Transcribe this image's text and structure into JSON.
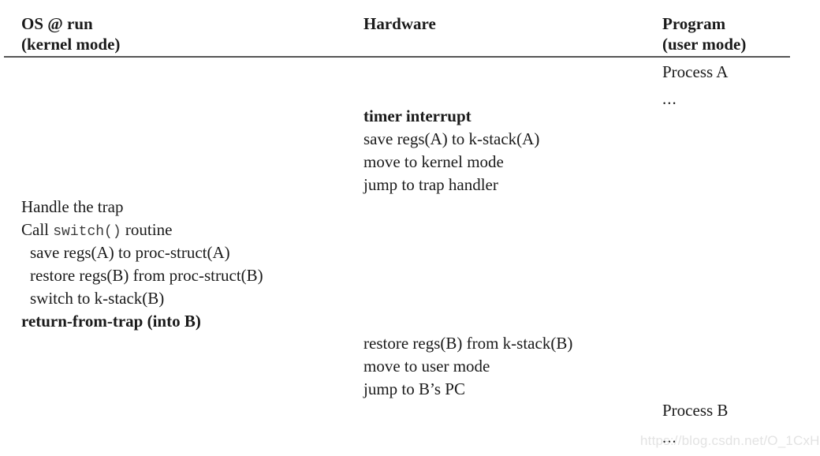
{
  "figure": {
    "columns": [
      {
        "key": "os",
        "title_line1": "OS @ run",
        "title_line2": "(kernel mode)"
      },
      {
        "key": "hardware",
        "title_line1": "Hardware",
        "title_line2": ""
      },
      {
        "key": "program",
        "title_line1": "Program",
        "title_line2": "(user mode)"
      }
    ],
    "os_steps": {
      "handle_trap": "Handle the trap",
      "call_prefix": "Call ",
      "call_mono": "switch()",
      "call_suffix": " routine",
      "save_regs": "save regs(A) to proc-struct(A)",
      "restore_regs": "restore regs(B) from proc-struct(B)",
      "switch_kstack": "switch to k-stack(B)",
      "return_from_trap": "return-from-trap (into B)"
    },
    "hardware_steps": {
      "timer_interrupt": "timer interrupt",
      "save_regs_kstack": "save regs(A) to k-stack(A)",
      "move_kernel_mode": "move to kernel mode",
      "jump_trap_handler": "jump to trap handler",
      "restore_regs_kstack": "restore regs(B) from k-stack(B)",
      "move_user_mode": "move to user mode",
      "jump_b_pc": "jump to B’s PC"
    },
    "program_steps": {
      "process_a": "Process A",
      "ellipsis_a": "...",
      "process_b": "Process B",
      "ellipsis_b": "..."
    },
    "watermark": "https://blog.csdn.net/O_1CxH",
    "colors": {
      "text": "#1a1a1a",
      "rule": "#555555",
      "mono": "#3a3a3a",
      "watermark": "#e3e3e3",
      "background": "#ffffff"
    }
  }
}
